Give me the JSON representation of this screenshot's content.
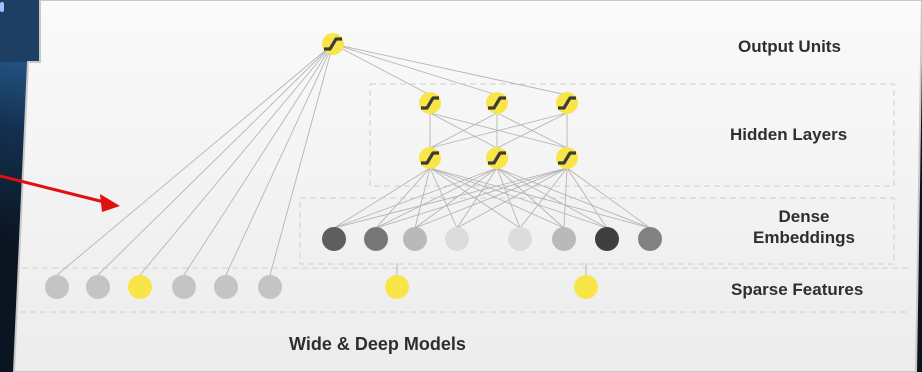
{
  "layers": {
    "output": "Output Units",
    "hidden": "Hidden Layers",
    "dense_line1": "Dense",
    "dense_line2": "Embeddings",
    "sparse": "Sparse Features"
  },
  "caption": "Wide & Deep Models",
  "colors": {
    "board": "#f3f3f3",
    "frame": "#c8c8c8",
    "edge": "#b5b5b5",
    "active_node": "#f9e548",
    "inactive_node": "#c4c4c4",
    "arrow": "#e01010",
    "background": "#0b1522"
  },
  "icons": {
    "activation": "sigmoid-curve-icon",
    "pointer": "red-arrow-icon"
  }
}
